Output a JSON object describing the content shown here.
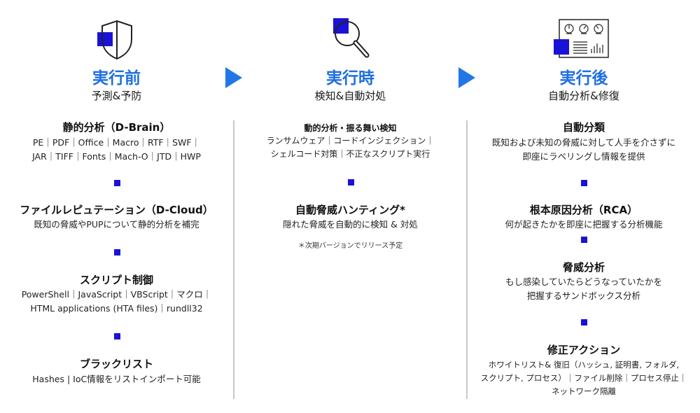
{
  "colors": {
    "accent": "#1f6fe0",
    "arrow": "#2277e6",
    "marker": "#1a12d6",
    "divider": "#c8c8c8"
  },
  "columns": [
    {
      "icon": "shield-icon",
      "title": "実行前",
      "subtitle": "予測&予防",
      "blocks": [
        {
          "title": "静的分析（D-Brain）",
          "lines": [
            "PE｜PDF｜Office｜Macro｜RTF｜SWF｜",
            "JAR｜TIFF｜Fonts｜Mach-O｜JTD｜HWP"
          ]
        },
        {
          "title": "ファイルレピュテーション（D-Cloud）",
          "lines": [
            "既知の脅威やPUPについて静的分析を補完"
          ]
        },
        {
          "title": "スクリプト制御",
          "lines": [
            "PowerShell｜JavaScript｜VBScript｜マクロ｜",
            "HTML applications (HTA files)｜rundll32"
          ]
        },
        {
          "title": "ブラックリスト",
          "lines": [
            "Hashes | IoC情報をリストインポート可能"
          ]
        }
      ]
    },
    {
      "icon": "magnifier-icon",
      "title": "実行時",
      "subtitle": "検知&自動対処",
      "blocks": [
        {
          "title": "動的分析・振る舞い検知",
          "lines": [
            "ランサムウェア｜コードインジェクション｜",
            "シェルコード対策｜不正なスクリプト実行"
          ]
        },
        {
          "title": "自動脅威ハンティング*",
          "lines": [
            "隠れた脅威を自動的に検知 & 対処"
          ],
          "note": "＊次期バージョンでリリース予定"
        }
      ]
    },
    {
      "icon": "dashboard-icon",
      "title": "実行後",
      "subtitle": "自動分析&修復",
      "blocks": [
        {
          "title": "自動分類",
          "lines": [
            "既知および未知の脅威に対して人手を介さずに",
            "即座にラベリングし情報を提供"
          ]
        },
        {
          "title": "根本原因分析（RCA）",
          "lines": [
            "何が起きたかを即座に把握する分析機能"
          ]
        },
        {
          "title": "脅威分析",
          "lines": [
            "もし感染していたらどうなっていたかを",
            "把握するサンドボックス分析"
          ]
        },
        {
          "title": "修正アクション",
          "lines": [
            "ホワイトリスト& 復旧（ハッシュ, 証明書, フォルダ,",
            "スクリプト, プロセス）｜ファイル削除｜プロセス停止｜",
            "ネットワーク隔離"
          ]
        }
      ]
    }
  ]
}
